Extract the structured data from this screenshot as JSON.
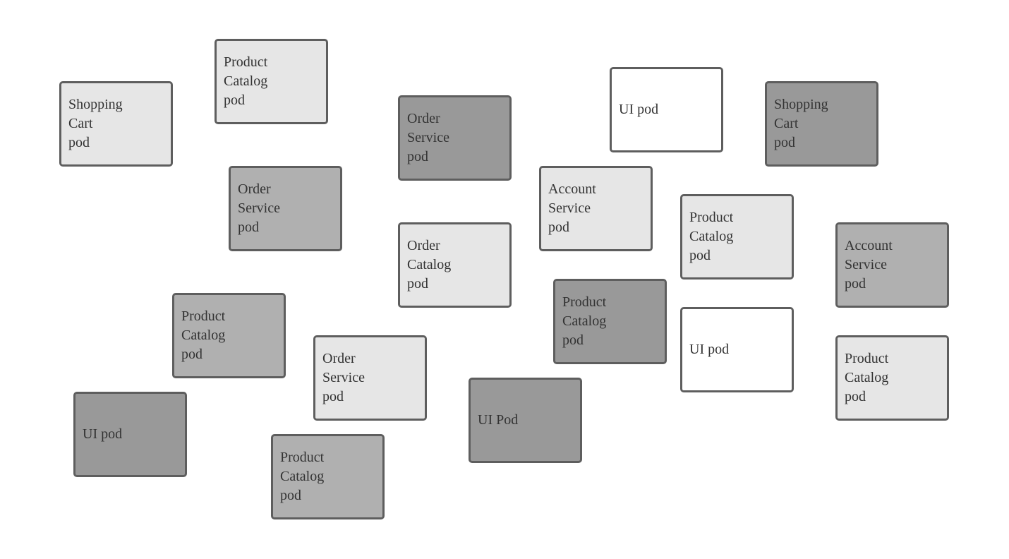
{
  "pods": [
    {
      "id": "pod-01",
      "label": "Product\nCatalog\npod",
      "shade": "light"
    },
    {
      "id": "pod-02",
      "label": "Shopping\nCart\npod",
      "shade": "light"
    },
    {
      "id": "pod-03",
      "label": "Order\nService\npod",
      "shade": "dark"
    },
    {
      "id": "pod-04",
      "label": "UI pod",
      "shade": "white"
    },
    {
      "id": "pod-05",
      "label": "Shopping\nCart\npod",
      "shade": "dark"
    },
    {
      "id": "pod-06",
      "label": "Order\nService\npod",
      "shade": "mid"
    },
    {
      "id": "pod-07",
      "label": "Account\nService\npod",
      "shade": "light"
    },
    {
      "id": "pod-08",
      "label": "Product\nCatalog\npod",
      "shade": "light"
    },
    {
      "id": "pod-09",
      "label": "Order\nCatalog\npod",
      "shade": "light"
    },
    {
      "id": "pod-10",
      "label": "Account\nService\npod",
      "shade": "mid"
    },
    {
      "id": "pod-11",
      "label": "Product\nCatalog\npod",
      "shade": "dark"
    },
    {
      "id": "pod-12",
      "label": "Product\nCatalog\npod",
      "shade": "mid"
    },
    {
      "id": "pod-13",
      "label": "UI pod",
      "shade": "white"
    },
    {
      "id": "pod-14",
      "label": "Order\nService\npod",
      "shade": "light"
    },
    {
      "id": "pod-15",
      "label": "Product\nCatalog\npod",
      "shade": "light"
    },
    {
      "id": "pod-16",
      "label": "UI Pod",
      "shade": "dark"
    },
    {
      "id": "pod-17",
      "label": "UI pod",
      "shade": "dark"
    },
    {
      "id": "pod-18",
      "label": "Product\nCatalog\npod",
      "shade": "mid"
    }
  ],
  "shade_colors": {
    "white": "#ffffff",
    "light": "#e6e6e6",
    "mid": "#b0b0b0",
    "dark": "#999999",
    "border": "#5e5e5e",
    "text": "#333333"
  }
}
